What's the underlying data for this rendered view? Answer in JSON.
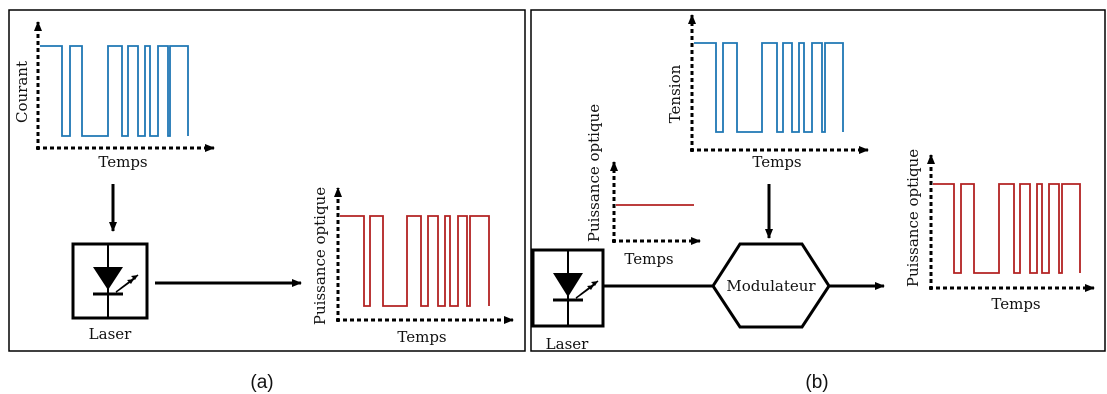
{
  "panel_a": {
    "caption": "(a)",
    "current_ylabel": "Courant",
    "current_xlabel": "Temps",
    "power_ylabel": "Puissance optique",
    "power_xlabel": "Temps",
    "laser_label": "Laser"
  },
  "panel_b": {
    "caption": "(b)",
    "cw_ylabel": "Puissance optique",
    "cw_xlabel": "Temps",
    "voltage_ylabel": "Tension",
    "voltage_xlabel": "Temps",
    "modulator_label": "Modulateur",
    "out_ylabel": "Puissance optique",
    "out_xlabel": "Temps",
    "laser_label": "Laser"
  },
  "colors": {
    "electrical_signal": "#1f77b4",
    "optical_signal": "#b22222",
    "line": "#000000"
  },
  "icons": [
    "laser-diode-icon",
    "modulator-hexagon-icon"
  ]
}
